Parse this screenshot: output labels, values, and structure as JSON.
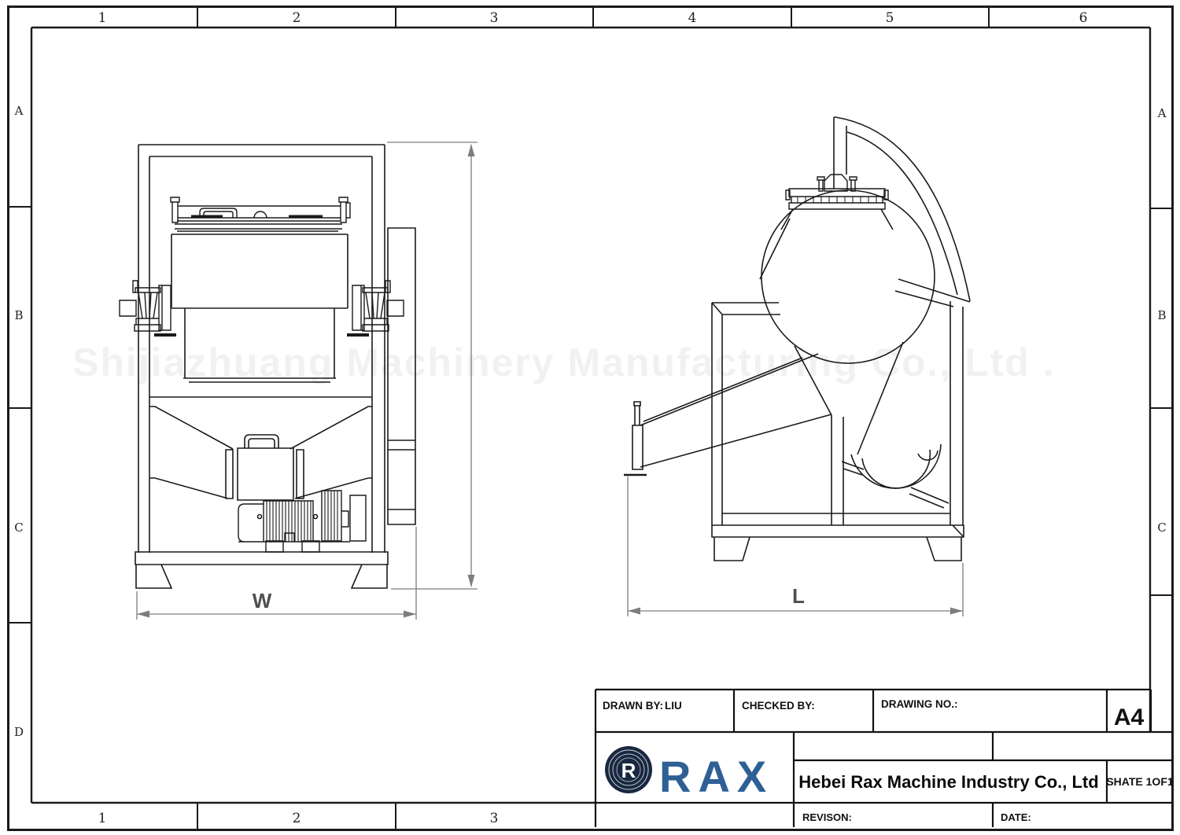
{
  "border": {
    "top_labels": [
      "1",
      "2",
      "3",
      "4",
      "5",
      "6"
    ],
    "bottom_labels": [
      "1",
      "2",
      "3"
    ],
    "left_labels": [
      "A",
      "B",
      "C",
      "D"
    ],
    "right_labels": [
      "A",
      "B",
      "C"
    ]
  },
  "views": {
    "front": {
      "dim_width": "W"
    },
    "side": {
      "dim_length": "L"
    }
  },
  "watermark": {
    "text": "Shijiazhuang Machinery Manufacturing Co., Ltd ."
  },
  "title_block": {
    "drawn_by_label": "DRAWN BY:",
    "drawn_by_value": "LIU",
    "checked_by_label": "CHECKED BY:",
    "drawing_no_label": "DRAWING NO.:",
    "paper_size": "A4",
    "company_name": "Hebei Rax Machine Industry Co., Ltd",
    "sheet_label": "SHATE 1OF1",
    "revision_label": "REVISON:",
    "date_label": "DATE:",
    "logo": {
      "text": "RAX",
      "monogram": "R"
    }
  },
  "colors": {
    "line": "#1a1a1a",
    "dimension": "#7d7d7d",
    "dim_label": "#4f4f4f",
    "logo_blue": "#2e6096",
    "logo_navy": "#192841"
  }
}
